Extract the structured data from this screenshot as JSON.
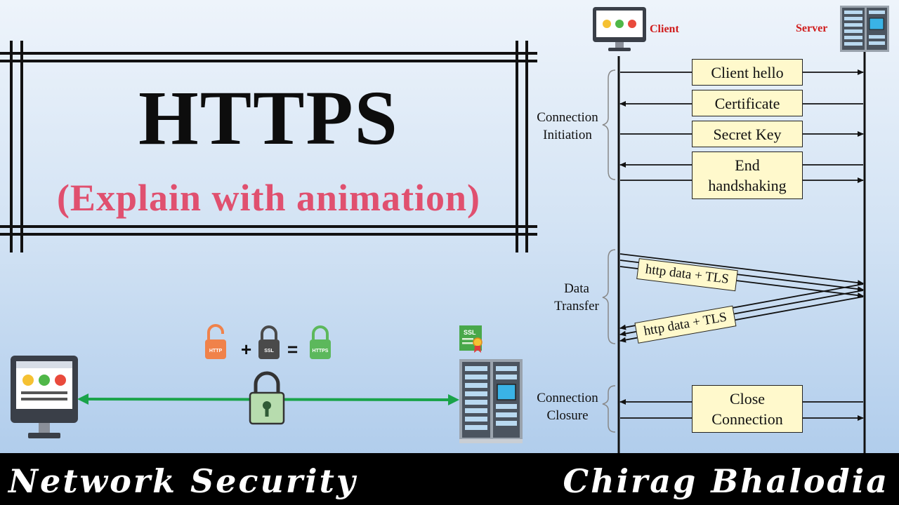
{
  "title": {
    "main": "HTTPS",
    "sub": "(Explain with animation)"
  },
  "formula": {
    "lock1": "HTTP",
    "lock2": "SSL",
    "lock3": "HTTPS",
    "plus": "+",
    "equals": "=",
    "cert_label": "SSL"
  },
  "diagram": {
    "client": "Client",
    "server": "Server",
    "phases": {
      "initiation": "Connection\nInitiation",
      "transfer": "Data\nTransfer",
      "closure": "Connection\nClosure"
    },
    "messages": {
      "client_hello": "Client hello",
      "certificate": "Certificate",
      "secret_key": "Secret Key",
      "end_handshaking": "End\nhandshaking",
      "close_connection": "Close\nConnection"
    },
    "tls_up": "http data + TLS",
    "tls_down": "http data + TLS"
  },
  "footer": {
    "left": "Network Security",
    "right": "Chirag Bhalodia"
  },
  "colors": {
    "title_sub": "#e0506f",
    "actor_label": "#d01c1c",
    "link_arrow": "#1aa34a",
    "message_box": "#fff9cc",
    "lock_http": "#f0824a",
    "lock_ssl": "#4a4a4a",
    "lock_https": "#5cb85c"
  }
}
